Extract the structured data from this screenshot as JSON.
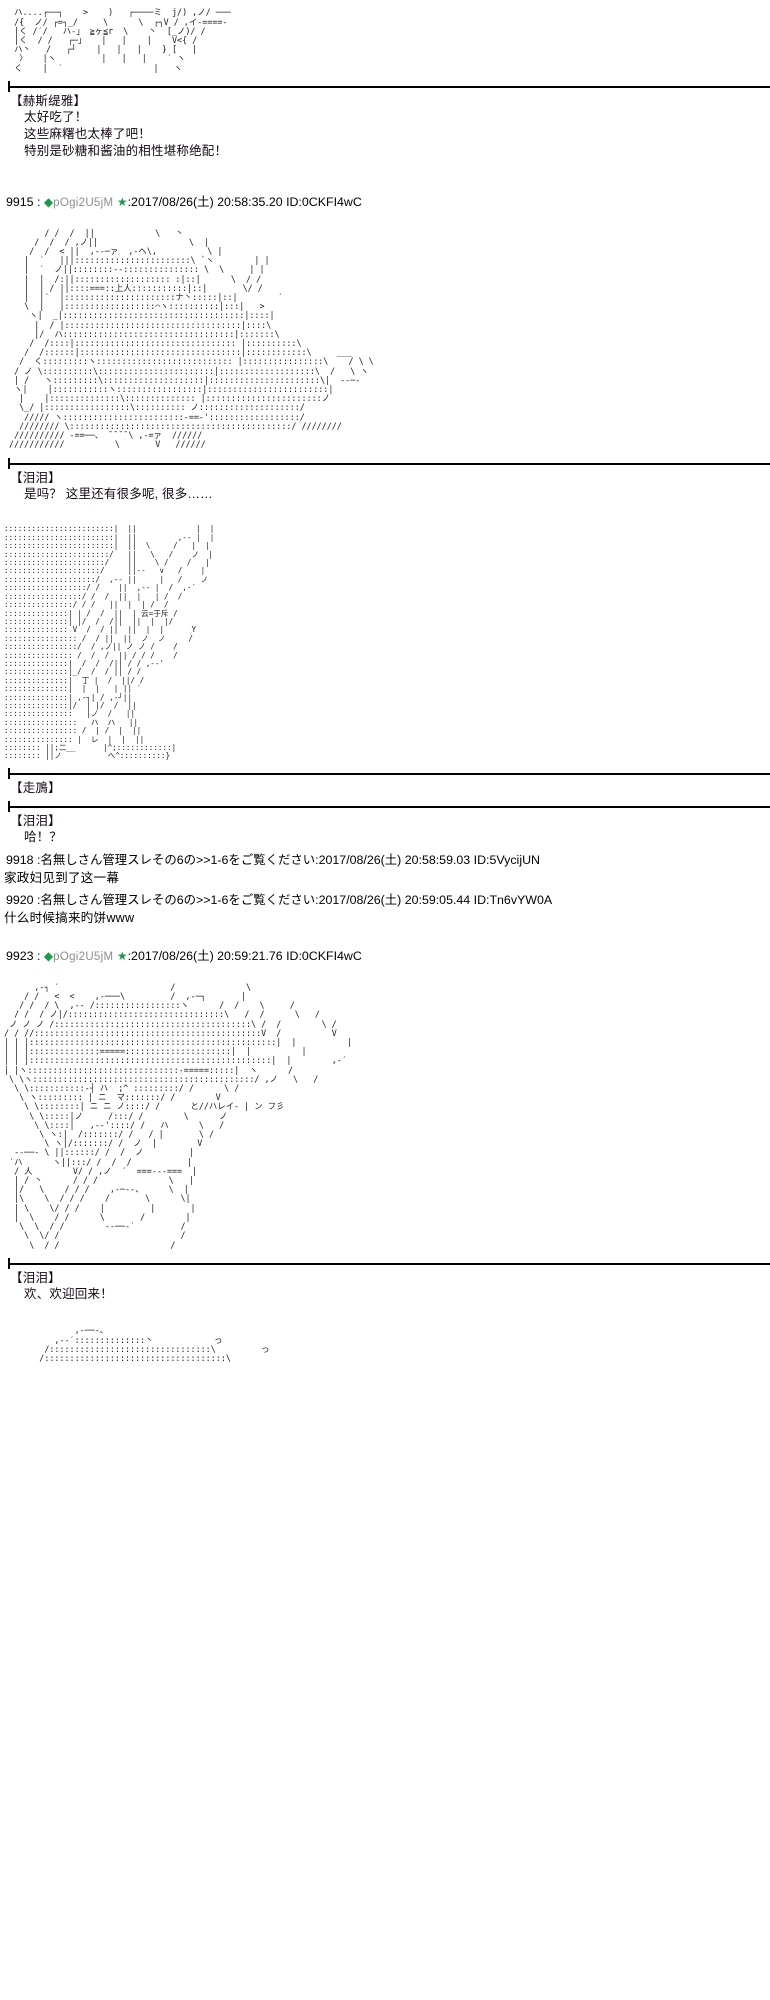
{
  "blocks": [
    {
      "id": "aa-top",
      "type": "ascii-art",
      "art": "  ハ....┌──┐    >    )   ┌────ミ  j/) ,ノ/ ───\n  /{  ノ/ ┌=┐_/     \\      \\  ┌┐V / ,イ-====-\n  |く /′/   ハ-」 ≧ヶ≦r  \\    丶  [_ノ)/ /\n  |く  / /   ┌─」   |   |    |    V<{ /\n  ハ丶   /   ┌┘    |   |   |    } [   |\n   〉   |ヽ         |   |   |    ′ ヽ\n  く    |  ′                  |   ヽ"
    },
    {
      "id": "speech-1",
      "type": "speech",
      "who": "【赫斯缇雅】",
      "lines": [
        "太好吃了！",
        "这些麻糬也太棒了吧！",
        "特别是砂糖和酱油的相性堪称绝配！"
      ]
    },
    {
      "id": "post-9915",
      "type": "posthead",
      "num": "9915",
      "trip_code": "pOgi2U5jM",
      "date": "2017/08/26(土) 20:58:35.20",
      "uid": "ID:0CKFI4wC"
    },
    {
      "id": "aa-2",
      "type": "ascii-art",
      "art": "        / /  /  ||            \\   丶\n      /  /  / ,ノ||                  \\  |\n     /  /  < ||  ,-‐─ァ  ,-ヘ\\,          \\ |\n    |  ′   |||:::::::::::::::::::::::\\ `ヽ        | |\n    |  ′  ノ||::::::::-‐::::::::::::::: \\  \\     | |\n    |  |  /:||::::::::::::::::::: :|::|      \\  / /\n    |  | / ||::::===::上人:::::::::::|::|       \\/ /\n    |  |′  |::::::::::::::::::::::ナ丶:::::|::|        ′\n    \\  |   |::::::::::::::::::⌒ヽ::::::::::|:::|   >\n     ヽ|  _|::::::::::::::::::::::::::::::::::::|::::|\n      |  / |:::::::::::::::::::::::::::::::::::|::::\\\n      |/  ハ::::::::::::::::::::::::::::::::::|:::::::\\\n     /  /::::|:::::::::::::::::::::::::::::::: |::::::::::\\\n    /  /::::::|::::::::::::::::::::::::::::::::|::::::::::::\\     ___\n   /  く:::::::::ヽ::::::::::::::::::::::::::: |::::::::::::::::\\    / \\ \\\n  / ノ \\::::::::::\\:::::::::::::::::::::::|:::::::::::::::::::\\  /   \\ ヽ\n  | /   ヽ:::::::::\\::::::::::::::::::::|::::::::::::::::::::::\\|  -‐─-\n  ヽ|    |:::::::::::ヽ:::::::::::::::::|::::::::::::::::::::::::|\n   |    |::::::::::::::\\:::::::::::::: |:::::::::::::::::::::::ノ\n   \\_/ |:::::::::::::::::\\:::::::::: ノ::::::::::::::::::::/\n    ///// ヽ::::::::::::::::::::::::-==‐'::::::::::::::::::/\n   //////// \\::::::::::::::::::::::::::::::::::::::::::::/ ////////\n  ////////// -==──、 ̄ ̄ ̄ ̄ \\ ,-=ァ  //////\n ///////////          \\       V   //////"
    },
    {
      "id": "speech-2",
      "type": "speech",
      "who": "【泪泪】",
      "lines": [
        "是吗？ 这里还有很多呢, 很多……"
      ]
    },
    {
      "id": "aa-3",
      "type": "ascii-art",
      "art": "::::::::::::::::::::::::|  ||             |  |\n::::::::::::::::::::::::|  ||         ,-‐ |  |\n::::::::::::::::::::::::|  ||  \\     /   |  |\n:::::::::::::::::::::::/   ||   \\   /    ノ  |\n::::::::::::::::::::::/    ||    \\ /    /   |\n:::::::::::::::::::::/     ||-‐   ∨   /    |\n::::::::::::::::::::/  ,-‐ ||     |   /    ノ\n::::::::::::::::::/ /    ||  ,-‐ |  /  ,-′\n:::::::::::::::::/ /  /  ||  |   | /  /\n:::::::::::::::/ / /   ||  |  | /  /\n::::::::::::::| | /  /  ||  | 云=于斥 /\n::::::::::::::| |/  /  /||  ||  |  |/\n:::::::::::::: V  /  / ||  ||  |  |      Y\n:::::::::::::::: /  / ||  ||  ノ  ノ     /\n::::::::::::::::/  / ,ノ|| ノ ノ /    /\n::::::::::::::: /  /  /  || / / /    /\n::::::::::::::|  /  /  /|| / / ,-‐'\n::::::::::::::|_/  /  / || / /\n::::::::::::::|  丁 |  /  ||/ /\n::::::::::::::|  |  |   | || ′\n::::::::::::::| ,-┐| / ,-┘||\n::::::::::::::|/  | |/  /  ||\n:::::::::::::::   |ノ  /   ||\n::::::::::::::::   ハ  ハ   ||\n:::::::::::::::: /  | /  |  ||\n::::::::::::::: |  レ  |  |  ||\n:::::::: ||;二__      |^;::::::::::::|\n:::::::: ||ノ          ヘ^::::::::::}"
    },
    {
      "id": "speech-3",
      "type": "speech",
      "who": "【走鳭】",
      "lines": []
    },
    {
      "id": "speech-4",
      "type": "speech",
      "who": "【泪泪】",
      "lines": [
        "哈！？"
      ]
    },
    {
      "id": "post-9918",
      "type": "post-anon",
      "num": "9918",
      "name": "名無しさん管理スレその6の>>1-6をご覧ください",
      "date": "2017/08/26(土) 20:58:59.03",
      "uid": "ID:5VycijUN",
      "body": "家政妇见到了这一幕"
    },
    {
      "id": "post-9920",
      "type": "post-anon",
      "num": "9920",
      "name": "名無しさん管理スレその6の>>1-6をご覧ください",
      "date": "2017/08/26(土) 20:59:05.44",
      "uid": "ID:Tn6vYW0A",
      "body": "什么时候搞来旳饼www"
    },
    {
      "id": "post-9923",
      "type": "posthead",
      "num": "9923",
      "trip_code": "pOgi2U5jM",
      "date": "2017/08/26(土) 20:59:21.76",
      "uid": "ID:0CKFI4wC"
    },
    {
      "id": "aa-4",
      "type": "ascii-art",
      "art": "      ,-┐ ′                      /              \\\n    / /   <  <    ,-───\\         /  ,-─┐       |\n   / /  / \\  ,-‐ /:::::::::::::::::ヽ      /  /    \\     /\n  / /  / ノ|/:::::::::::::::::::::::::::::::\\   /  /      \\   /\n ノ ノ ノ /:::::::::::::::::::::::::::::::::::::::\\ /  /        \\ /\n/ / //:::::::::::::::::::::::::::::::::::::::::::::V  /          V\n| | |:::::::::::::::::::::::::::::::::::::::::::::::::|  |          |\n| | |::::::::::::::=====:::::::::::::::::::::|  |          |\n| | |::::::::::::::::::::::::::::::::::::::::::::::::|  |        ,-′\n| |ヽ::::::::::::::::::::::::::::::-=====:::::|  ヽ      /\n \\ \\ヽ::::::::::::::::::::::::::::::::::::::::::::/ ,ノ   \\   /\n  \\ \\:::::::::::-┤ ハ  ;^ :::::::::/ /      \\ /\n   \\ ヽ::::::::: | ニ  マ:::::::/ /        V\n    \\ \\::::::::| ニ ニ ノ::::/ /      と//ハレイ- | ン フ彡\n     \\ \\:::::|ノ     /:::/ /        \\      ノ\n      \\ \\::::|   ,-‐'::::/ /   ハ      \\   /\n       \\ ヽ:|  /:::::::/ /   / |       \\ /\n        \\ ヽ|/:::::::/ /  ノ  |        V\n  -‐──- \\ ||::::::/ /  /  ノ         |\n ′ハ      ヽ||:::/ /  /  /           |\n  / 人        V/ / ,ノ  ′  ===‐-‐===  |\n  | / 丶      / / /              \\   |\n  |/   \\    / / /    ,-─‐-、     \\  |\n  |\\    \\  / / /    /       \\      \\|\n  | \\    \\/ / /    |         |       |\n  |  \\    / /      \\       /        |\n   \\  \\  / /        -‐──-′         /\n    \\  \\/ /                        /\n     \\  / /                      /"
    },
    {
      "id": "speech-5",
      "type": "speech",
      "who": "【泪泪】",
      "lines": [
        "欢、欢迎回来！"
      ]
    },
    {
      "id": "aa-5",
      "type": "ascii-art",
      "art": "              ,-──-、\n          ,-‐′::::::::::::::丶            っ\n        /::::::::::::::::::::::::::::::::\\         っ\n       /::::::::::::::::::::::::::::::::::::\\"
    }
  ],
  "colors": {
    "accent_green": "#1a9a4c",
    "trip_gray": "#8a8f8a",
    "text": "#000000",
    "separator": "#000000"
  }
}
